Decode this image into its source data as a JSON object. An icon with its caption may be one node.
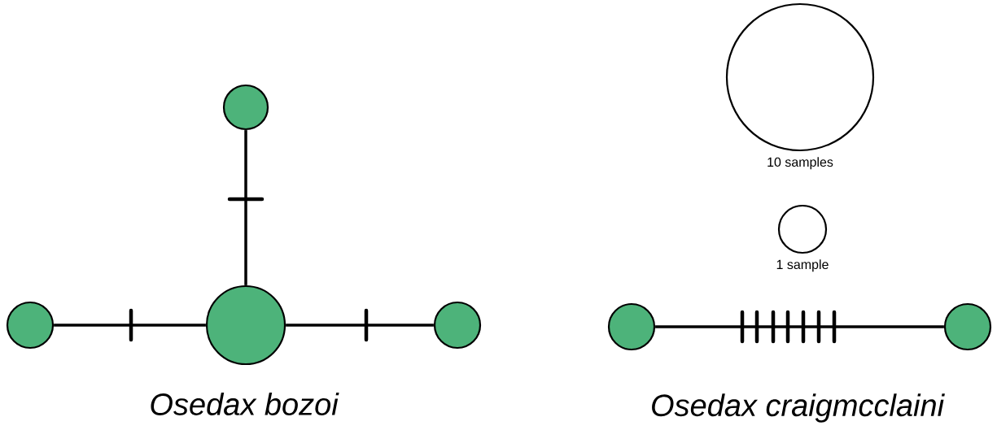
{
  "diagram": {
    "nodes": [
      {
        "text": [],
        "shape": "circle"
      },
      {
        "text": [],
        "shape": "circle"
      },
      {
        "text": [],
        "shape": "circle"
      },
      {
        "text": [],
        "shape": "circle"
      },
      {
        "text": [],
        "shape": "circle",
        "beside": [
          "10 samples"
        ]
      },
      {
        "text": [],
        "shape": "circle",
        "beside": [
          "1 sample"
        ]
      },
      {
        "text": [],
        "shape": "circle"
      },
      {
        "text": [],
        "shape": "circle"
      }
    ],
    "edges": [
      {
        "from": 2,
        "to": 0,
        "arrow": "none"
      },
      {
        "from": 1,
        "to": 2,
        "arrow": "none"
      },
      {
        "from": 2,
        "to": 3,
        "arrow": "none"
      },
      {
        "from": 6,
        "to": 7,
        "arrow": "none"
      }
    ],
    "labels": [
      "*Osedax bozoi*",
      "*Osedax craigmcclaini*"
    ]
  }
}
